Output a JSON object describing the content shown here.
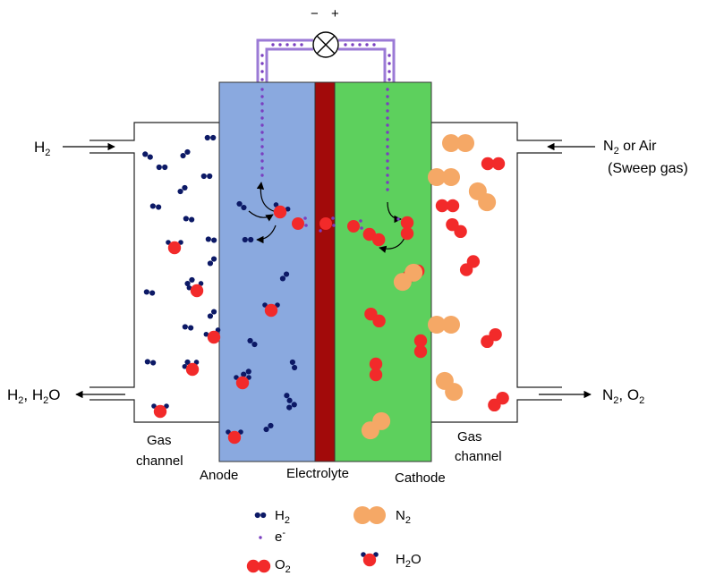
{
  "polarity": {
    "minus": "−",
    "plus": "+"
  },
  "inlet_left": {
    "base": "H",
    "sub": "2"
  },
  "outlet_left": {
    "a": "H",
    "a_sub": "2",
    "sep": ", ",
    "b": "H",
    "b_sub": "2",
    "c": "O"
  },
  "inlet_right": {
    "line1_base": "N",
    "line1_sub": "2",
    "line1_rest": " or Air",
    "line2": "(Sweep gas)"
  },
  "outlet_right": {
    "a": "N",
    "a_sub": "2",
    "sep": ", ",
    "b": "O",
    "b_sub": "2"
  },
  "regions": {
    "gas_channel_left": [
      "Gas",
      "channel"
    ],
    "gas_channel_right": [
      "Gas",
      "channel"
    ],
    "anode": "Anode",
    "electrolyte": "Electrolyte",
    "cathode": "Cathode"
  },
  "legend": {
    "h2": {
      "base": "H",
      "sub": "2"
    },
    "electron": {
      "base": "e",
      "sup": "-"
    },
    "o2": {
      "base": "O",
      "sub": "2"
    },
    "n2": {
      "base": "N",
      "sub": "2"
    },
    "h2o": {
      "a": "H",
      "a_sub": "2",
      "b": "O"
    }
  },
  "colors": {
    "anode": "#8aa9df",
    "electrolyte": "#a20a0a",
    "cathode": "#5dd05d",
    "h2": "#0c1966",
    "oxygen": "#f22a2a",
    "nitrogen": "#f5a866",
    "electron": "#7a3fc0",
    "outline": "#222222"
  }
}
